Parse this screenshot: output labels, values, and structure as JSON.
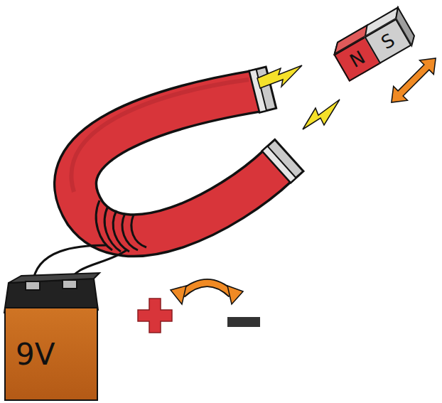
{
  "diagram": {
    "nodes": [
      {
        "text": [
          "N"
        ]
      },
      {
        "text": [
          "S"
        ]
      },
      {
        "text": [
          "9V"
        ]
      }
    ]
  }
}
